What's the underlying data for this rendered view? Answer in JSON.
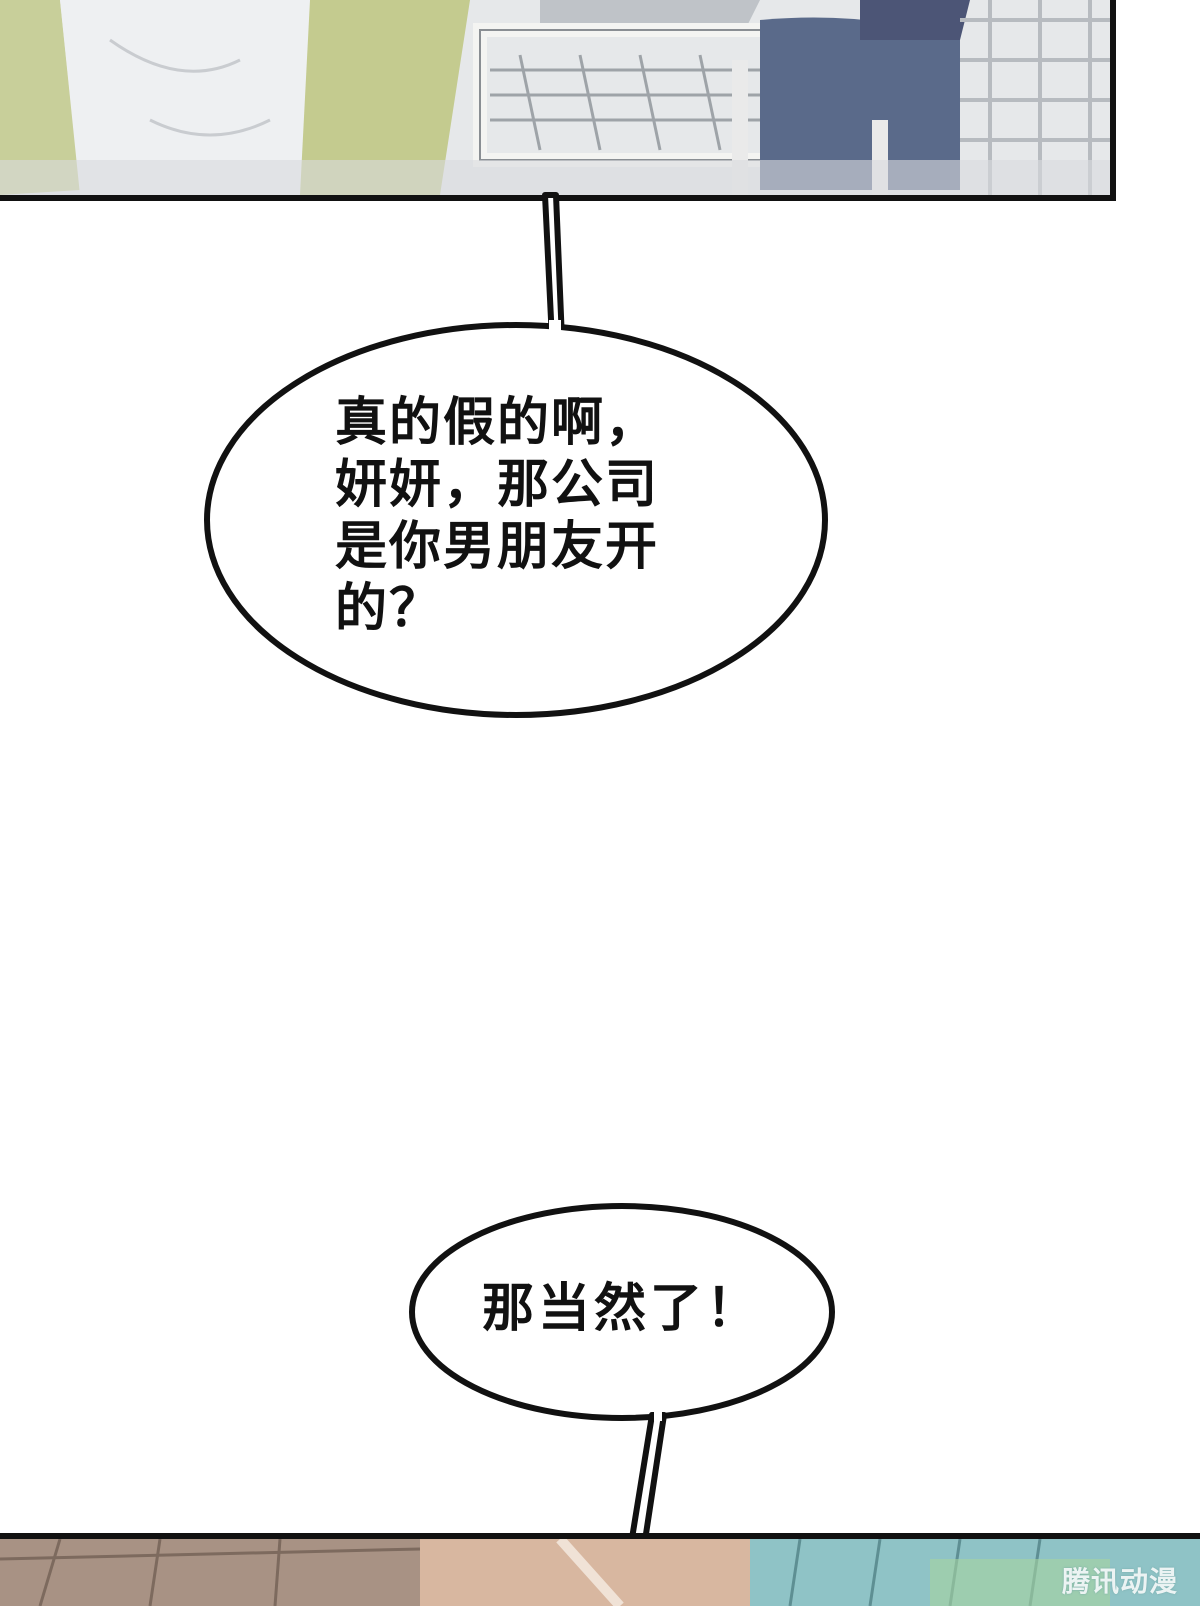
{
  "bubbles": {
    "first": {
      "text": "真的假的啊，\n妍妍，那公司\n是你男朋友开\n的？"
    },
    "second": {
      "text": "那当然了！"
    }
  },
  "watermark": {
    "text": "腾讯动漫"
  },
  "colors": {
    "ink": "#111111",
    "paper": "#ffffff",
    "jacket_green": "#c8cf9a",
    "sleeve_white": "#eef0f2",
    "denim": "#5a6a8a",
    "floor_gray": "#dfe1e3",
    "interior_tan": "#c9a78f",
    "glass_teal": "#8fc3c6"
  }
}
